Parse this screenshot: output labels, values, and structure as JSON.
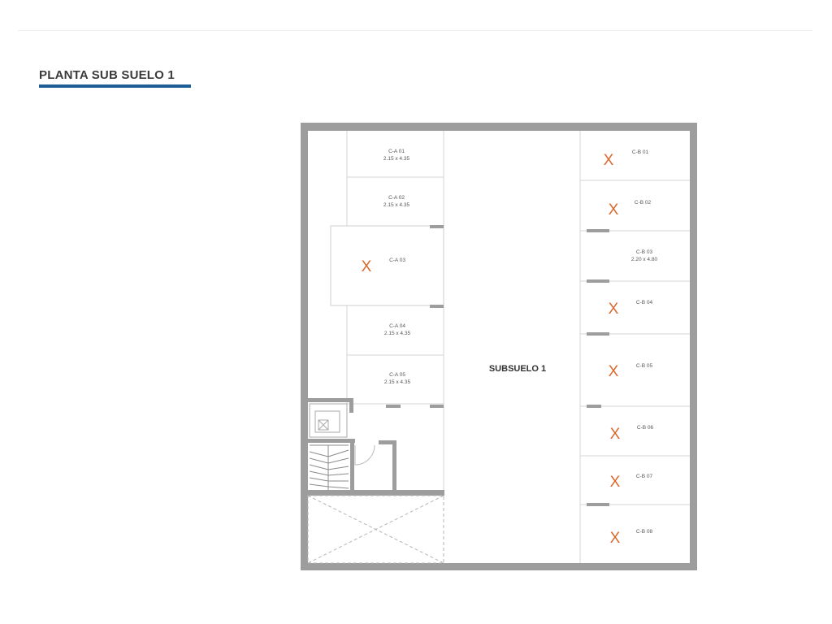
{
  "title": "PLANTA SUB SUELO 1",
  "accent_color": "#1d5e96",
  "x_color": "#d9692e",
  "wall_color": "#9d9d9d",
  "center_label": "SUBSUELO 1",
  "x_glyph": "X",
  "spaces_a": [
    {
      "code": "C-A 01",
      "dims": "2.15 x 4.35",
      "unavailable": false
    },
    {
      "code": "C-A 02",
      "dims": "2.15 x 4.35",
      "unavailable": false
    },
    {
      "code": "C-A 03",
      "dims": "",
      "unavailable": true
    },
    {
      "code": "C-A 04",
      "dims": "2.15 x 4.35",
      "unavailable": false
    },
    {
      "code": "C-A 05",
      "dims": "2.15 x 4.35",
      "unavailable": false
    }
  ],
  "spaces_b": [
    {
      "code": "C-B 01",
      "dims": "",
      "unavailable": true
    },
    {
      "code": "C-B 02",
      "dims": "",
      "unavailable": true
    },
    {
      "code": "C-B 03",
      "dims": "2.20 x 4.80",
      "unavailable": false
    },
    {
      "code": "C-B 04",
      "dims": "",
      "unavailable": true
    },
    {
      "code": "C-B 05",
      "dims": "",
      "unavailable": true
    },
    {
      "code": "C-B 06",
      "dims": "",
      "unavailable": true
    },
    {
      "code": "C-B 07",
      "dims": "",
      "unavailable": true
    },
    {
      "code": "C-B 08",
      "dims": "",
      "unavailable": true
    }
  ]
}
